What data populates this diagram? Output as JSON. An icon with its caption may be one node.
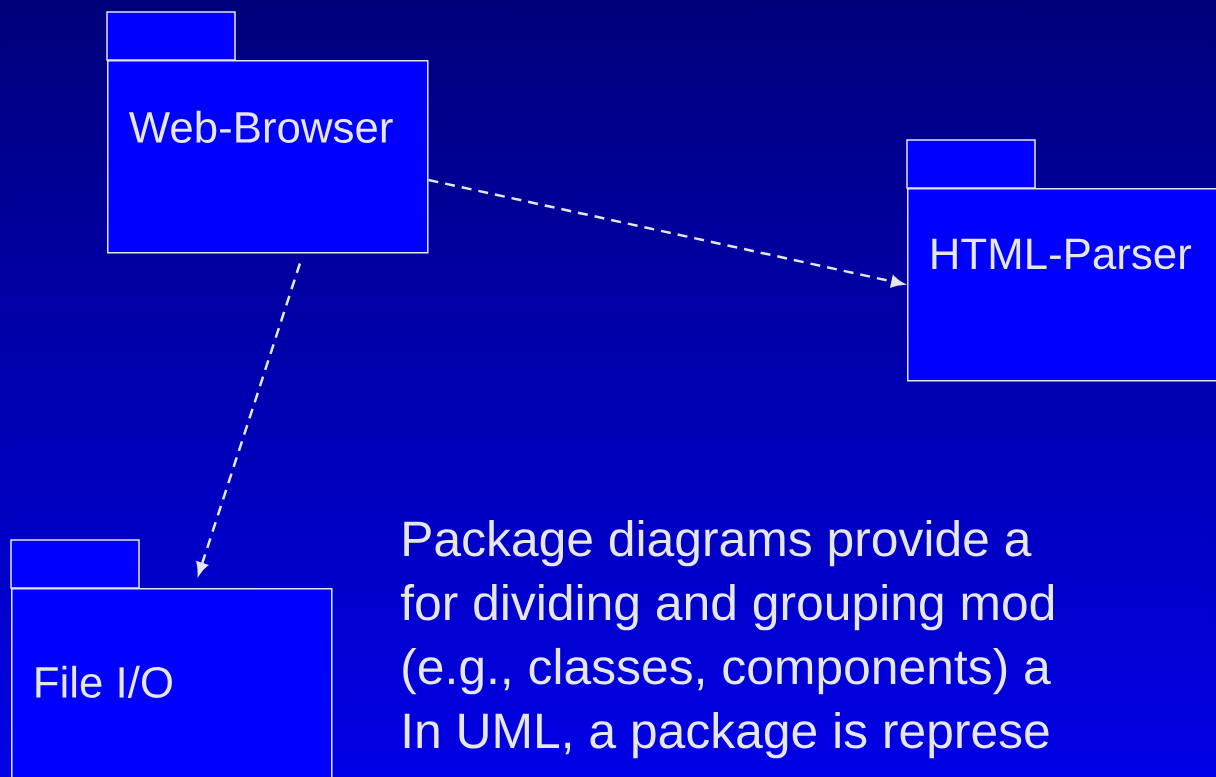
{
  "diagram": {
    "nodes": [
      {
        "text": [
          "Web-Browser"
        ]
      },
      {
        "text": [
          "HTML-Parser"
        ]
      },
      {
        "text": [
          "File I/O"
        ]
      }
    ],
    "edges": [
      {
        "from": 0,
        "to": 1,
        "arrow": "to",
        "style": "dashed"
      },
      {
        "from": 0,
        "to": 2,
        "arrow": "to",
        "style": "dashed"
      }
    ],
    "labels": [
      "Package diagrams provide a",
      "for dividing and grouping mod",
      "(e.g., classes, components) a",
      "In UML, a package is represe"
    ]
  }
}
